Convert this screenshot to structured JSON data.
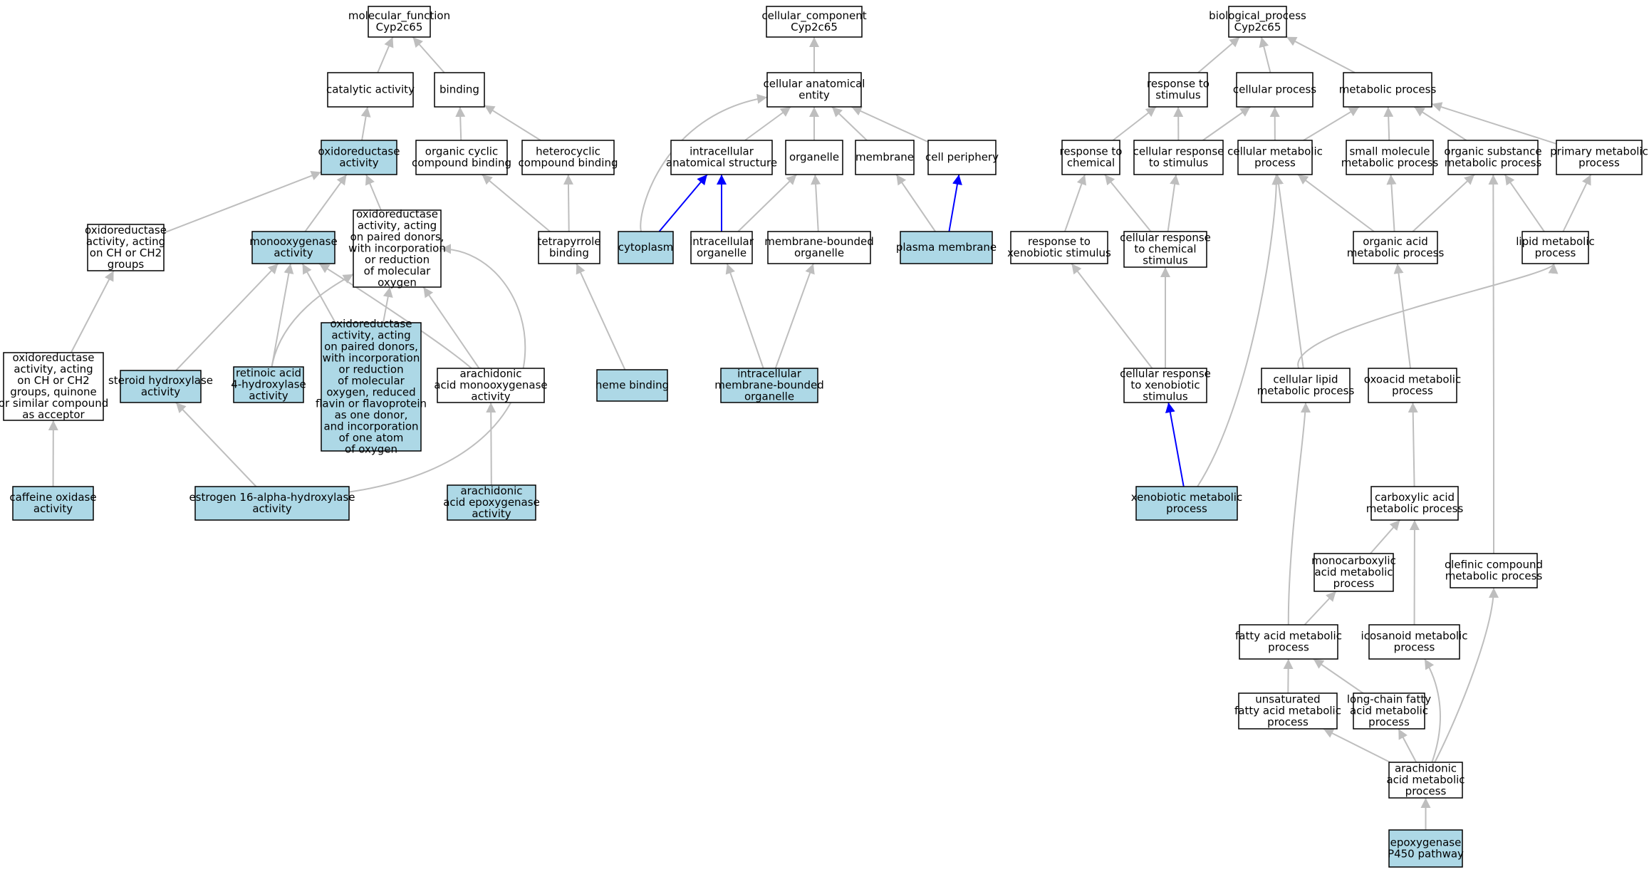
{
  "colors": {
    "highlight_fill": "#add8e6",
    "plain_fill": "#ffffff",
    "edge_gray": "#bebebe",
    "edge_blue": "#0000ff",
    "border": "#000000"
  },
  "nodes": [
    {
      "id": "mf",
      "lines": [
        "molecular_function",
        "Cyp2c65"
      ],
      "hl": false
    },
    {
      "id": "catalytic",
      "lines": [
        "catalytic activity"
      ],
      "hl": false
    },
    {
      "id": "binding",
      "lines": [
        "binding"
      ],
      "hl": false
    },
    {
      "id": "oxidoreductase",
      "lines": [
        "oxidoreductase",
        "activity"
      ],
      "hl": true
    },
    {
      "id": "organic_cyclic",
      "lines": [
        "organic cyclic",
        "compound binding"
      ],
      "hl": false
    },
    {
      "id": "heterocyclic",
      "lines": [
        "heterocyclic",
        "compound binding"
      ],
      "hl": false
    },
    {
      "id": "oxr_ch_ch2",
      "lines": [
        "oxidoreductase",
        "activity, acting",
        "on CH or CH2",
        "groups"
      ],
      "hl": false
    },
    {
      "id": "monooxygenase",
      "lines": [
        "monooxygenase",
        "activity"
      ],
      "hl": true
    },
    {
      "id": "oxr_paired",
      "lines": [
        "oxidoreductase",
        "activity, acting",
        "on paired donors,",
        "with incorporation",
        "or reduction",
        "of molecular",
        "oxygen"
      ],
      "hl": false
    },
    {
      "id": "tetrapyrrole",
      "lines": [
        "tetrapyrrole",
        "binding"
      ],
      "hl": false
    },
    {
      "id": "oxr_quinone",
      "lines": [
        "oxidoreductase",
        "activity, acting",
        "on CH or CH2",
        "groups, quinone",
        "or similar compound",
        "as acceptor"
      ],
      "hl": false
    },
    {
      "id": "steroid_hydroxylase",
      "lines": [
        "steroid hydroxylase",
        "activity"
      ],
      "hl": true
    },
    {
      "id": "retinoic",
      "lines": [
        "retinoic acid",
        "4-hydroxylase",
        "activity"
      ],
      "hl": true
    },
    {
      "id": "oxr_flavin",
      "lines": [
        "oxidoreductase",
        "activity, acting",
        "on paired donors,",
        "with incorporation",
        "or reduction",
        "of molecular",
        "oxygen, reduced",
        "flavin or flavoprotein",
        "as one donor,",
        "and incorporation",
        "of one atom",
        "of oxygen"
      ],
      "hl": true
    },
    {
      "id": "arach_monoox",
      "lines": [
        "arachidonic",
        "acid monooxygenase",
        "activity"
      ],
      "hl": false
    },
    {
      "id": "heme_binding",
      "lines": [
        "heme binding"
      ],
      "hl": true
    },
    {
      "id": "caffeine",
      "lines": [
        "caffeine oxidase",
        "activity"
      ],
      "hl": true
    },
    {
      "id": "estrogen",
      "lines": [
        "estrogen 16-alpha-hydroxylase",
        "activity"
      ],
      "hl": true
    },
    {
      "id": "arach_epox",
      "lines": [
        "arachidonic",
        "acid epoxygenase",
        "activity"
      ],
      "hl": true
    },
    {
      "id": "cc",
      "lines": [
        "cellular_component",
        "Cyp2c65"
      ],
      "hl": false
    },
    {
      "id": "cae",
      "lines": [
        "cellular anatomical",
        "entity"
      ],
      "hl": false
    },
    {
      "id": "ias",
      "lines": [
        "intracellular",
        "anatomical structure"
      ],
      "hl": false
    },
    {
      "id": "organelle",
      "lines": [
        "organelle"
      ],
      "hl": false
    },
    {
      "id": "membrane",
      "lines": [
        "membrane"
      ],
      "hl": false
    },
    {
      "id": "cell_periphery",
      "lines": [
        "cell periphery"
      ],
      "hl": false
    },
    {
      "id": "cytoplasm",
      "lines": [
        "cytoplasm"
      ],
      "hl": true
    },
    {
      "id": "ic_organelle",
      "lines": [
        "intracellular",
        "organelle"
      ],
      "hl": false
    },
    {
      "id": "mb_organelle",
      "lines": [
        "membrane-bounded",
        "organelle"
      ],
      "hl": false
    },
    {
      "id": "plasma_membrane",
      "lines": [
        "plasma membrane"
      ],
      "hl": true
    },
    {
      "id": "icmb_organelle",
      "lines": [
        "intracellular",
        "membrane-bounded",
        "organelle"
      ],
      "hl": true
    },
    {
      "id": "bp",
      "lines": [
        "biological_process",
        "Cyp2c65"
      ],
      "hl": false
    },
    {
      "id": "resp_stim",
      "lines": [
        "response to",
        "stimulus"
      ],
      "hl": false
    },
    {
      "id": "cell_proc",
      "lines": [
        "cellular process"
      ],
      "hl": false
    },
    {
      "id": "met_proc",
      "lines": [
        "metabolic process"
      ],
      "hl": false
    },
    {
      "id": "resp_chem",
      "lines": [
        "response to",
        "chemical"
      ],
      "hl": false
    },
    {
      "id": "cell_resp_stim",
      "lines": [
        "cellular response",
        "to stimulus"
      ],
      "hl": false
    },
    {
      "id": "cell_met",
      "lines": [
        "cellular metabolic",
        "process"
      ],
      "hl": false
    },
    {
      "id": "small_mol",
      "lines": [
        "small molecule",
        "metabolic process"
      ],
      "hl": false
    },
    {
      "id": "org_subst",
      "lines": [
        "organic substance",
        "metabolic process"
      ],
      "hl": false
    },
    {
      "id": "primary_met",
      "lines": [
        "primary metabolic",
        "process"
      ],
      "hl": false
    },
    {
      "id": "resp_xeno",
      "lines": [
        "response to",
        "xenobiotic stimulus"
      ],
      "hl": false
    },
    {
      "id": "cell_resp_chem",
      "lines": [
        "cellular response",
        "to chemical",
        "stimulus"
      ],
      "hl": false
    },
    {
      "id": "org_acid",
      "lines": [
        "organic acid",
        "metabolic process"
      ],
      "hl": false
    },
    {
      "id": "lipid_met",
      "lines": [
        "lipid metabolic",
        "process"
      ],
      "hl": false
    },
    {
      "id": "cell_resp_xeno",
      "lines": [
        "cellular response",
        "to xenobiotic",
        "stimulus"
      ],
      "hl": false
    },
    {
      "id": "cell_lipid",
      "lines": [
        "cellular lipid",
        "metabolic process"
      ],
      "hl": false
    },
    {
      "id": "oxoacid",
      "lines": [
        "oxoacid metabolic",
        "process"
      ],
      "hl": false
    },
    {
      "id": "xeno_met",
      "lines": [
        "xenobiotic metabolic",
        "process"
      ],
      "hl": true
    },
    {
      "id": "carbox",
      "lines": [
        "carboxylic acid",
        "metabolic process"
      ],
      "hl": false
    },
    {
      "id": "monocarb",
      "lines": [
        "monocarboxylic",
        "acid metabolic",
        "process"
      ],
      "hl": false
    },
    {
      "id": "olefinic",
      "lines": [
        "olefinic compound",
        "metabolic process"
      ],
      "hl": false
    },
    {
      "id": "fatty_acid",
      "lines": [
        "fatty acid metabolic",
        "process"
      ],
      "hl": false
    },
    {
      "id": "icosanoid",
      "lines": [
        "icosanoid metabolic",
        "process"
      ],
      "hl": false
    },
    {
      "id": "unsat_fa",
      "lines": [
        "unsaturated",
        "fatty acid metabolic",
        "process"
      ],
      "hl": false
    },
    {
      "id": "lc_fa",
      "lines": [
        "long-chain fatty",
        "acid metabolic",
        "process"
      ],
      "hl": false
    },
    {
      "id": "arach_met",
      "lines": [
        "arachidonic",
        "acid metabolic",
        "process"
      ],
      "hl": false
    },
    {
      "id": "epox_p450",
      "lines": [
        "epoxygenase",
        "P450 pathway"
      ],
      "hl": true
    }
  ],
  "edges": [
    {
      "from": "catalytic",
      "to": "mf"
    },
    {
      "from": "binding",
      "to": "mf"
    },
    {
      "from": "oxidoreductase",
      "to": "catalytic"
    },
    {
      "from": "organic_cyclic",
      "to": "binding"
    },
    {
      "from": "heterocyclic",
      "to": "binding"
    },
    {
      "from": "oxr_ch_ch2",
      "to": "oxidoreductase"
    },
    {
      "from": "monooxygenase",
      "to": "oxidoreductase"
    },
    {
      "from": "oxr_paired",
      "to": "oxidoreductase"
    },
    {
      "from": "tetrapyrrole",
      "to": "organic_cyclic"
    },
    {
      "from": "tetrapyrrole",
      "to": "heterocyclic"
    },
    {
      "from": "oxr_quinone",
      "to": "oxr_ch_ch2"
    },
    {
      "from": "steroid_hydroxylase",
      "to": "monooxygenase"
    },
    {
      "from": "retinoic",
      "to": "monooxygenase"
    },
    {
      "from": "retinoic",
      "to": "oxr_paired"
    },
    {
      "from": "oxr_flavin",
      "to": "monooxygenase"
    },
    {
      "from": "oxr_flavin",
      "to": "oxr_paired"
    },
    {
      "from": "arach_monoox",
      "to": "monooxygenase"
    },
    {
      "from": "arach_monoox",
      "to": "oxr_paired"
    },
    {
      "from": "heme_binding",
      "to": "tetrapyrrole"
    },
    {
      "from": "caffeine",
      "to": "oxr_quinone"
    },
    {
      "from": "estrogen",
      "to": "steroid_hydroxylase"
    },
    {
      "from": "estrogen",
      "to": "oxr_paired"
    },
    {
      "from": "arach_epox",
      "to": "arach_monoox"
    },
    {
      "from": "cae",
      "to": "cc"
    },
    {
      "from": "ias",
      "to": "cae"
    },
    {
      "from": "organelle",
      "to": "cae"
    },
    {
      "from": "membrane",
      "to": "cae"
    },
    {
      "from": "cell_periphery",
      "to": "cae"
    },
    {
      "from": "cytoplasm",
      "to": "cae"
    },
    {
      "from": "cytoplasm",
      "to": "ias",
      "blue": true
    },
    {
      "from": "ic_organelle",
      "to": "ias",
      "blue": true
    },
    {
      "from": "ic_organelle",
      "to": "organelle"
    },
    {
      "from": "mb_organelle",
      "to": "organelle"
    },
    {
      "from": "plasma_membrane",
      "to": "membrane"
    },
    {
      "from": "plasma_membrane",
      "to": "cell_periphery",
      "blue": true
    },
    {
      "from": "icmb_organelle",
      "to": "ic_organelle"
    },
    {
      "from": "icmb_organelle",
      "to": "mb_organelle"
    },
    {
      "from": "resp_stim",
      "to": "bp"
    },
    {
      "from": "cell_proc",
      "to": "bp"
    },
    {
      "from": "met_proc",
      "to": "bp"
    },
    {
      "from": "resp_chem",
      "to": "resp_stim"
    },
    {
      "from": "cell_resp_stim",
      "to": "resp_stim"
    },
    {
      "from": "cell_resp_stim",
      "to": "cell_proc"
    },
    {
      "from": "cell_met",
      "to": "cell_proc"
    },
    {
      "from": "cell_met",
      "to": "met_proc"
    },
    {
      "from": "small_mol",
      "to": "met_proc"
    },
    {
      "from": "org_subst",
      "to": "met_proc"
    },
    {
      "from": "primary_met",
      "to": "met_proc"
    },
    {
      "from": "resp_xeno",
      "to": "resp_chem"
    },
    {
      "from": "cell_resp_chem",
      "to": "resp_chem"
    },
    {
      "from": "cell_resp_chem",
      "to": "cell_resp_stim"
    },
    {
      "from": "org_acid",
      "to": "cell_met"
    },
    {
      "from": "org_acid",
      "to": "small_mol"
    },
    {
      "from": "org_acid",
      "to": "org_subst"
    },
    {
      "from": "lipid_met",
      "to": "org_subst"
    },
    {
      "from": "lipid_met",
      "to": "primary_met"
    },
    {
      "from": "cell_resp_xeno",
      "to": "resp_xeno"
    },
    {
      "from": "cell_resp_xeno",
      "to": "cell_resp_chem"
    },
    {
      "from": "cell_lipid",
      "to": "cell_met"
    },
    {
      "from": "cell_lipid",
      "to": "lipid_met"
    },
    {
      "from": "oxoacid",
      "to": "org_acid"
    },
    {
      "from": "xeno_met",
      "to": "cell_resp_xeno",
      "blue": true
    },
    {
      "from": "xeno_met",
      "to": "cell_met"
    },
    {
      "from": "carbox",
      "to": "oxoacid"
    },
    {
      "from": "monocarb",
      "to": "carbox"
    },
    {
      "from": "olefinic",
      "to": "org_subst"
    },
    {
      "from": "fatty_acid",
      "to": "cell_lipid"
    },
    {
      "from": "fatty_acid",
      "to": "monocarb"
    },
    {
      "from": "icosanoid",
      "to": "carbox"
    },
    {
      "from": "unsat_fa",
      "to": "fatty_acid"
    },
    {
      "from": "lc_fa",
      "to": "fatty_acid"
    },
    {
      "from": "arach_met",
      "to": "unsat_fa"
    },
    {
      "from": "arach_met",
      "to": "lc_fa"
    },
    {
      "from": "arach_met",
      "to": "icosanoid"
    },
    {
      "from": "arach_met",
      "to": "olefinic"
    },
    {
      "from": "epox_p450",
      "to": "arach_met"
    }
  ]
}
